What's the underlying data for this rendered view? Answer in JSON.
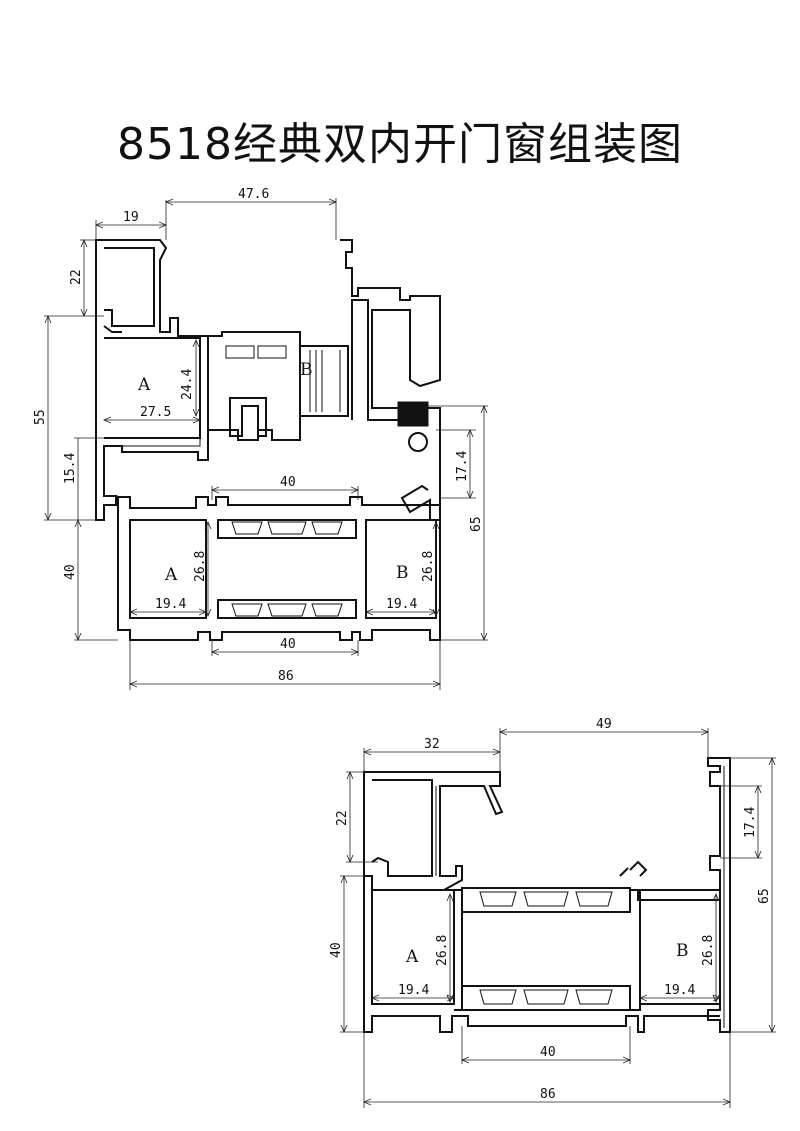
{
  "title": "8518经典双内开门窗组装图",
  "top_diagram": {
    "dims": {
      "d19": "19",
      "d47_6": "47.6",
      "d22": "22",
      "d55": "55",
      "d15_4": "15.4",
      "d24_4": "24.4",
      "d27_5": "27.5",
      "d17_4": "17.4",
      "d65": "65",
      "d40_top": "40",
      "d40_left": "40",
      "d26_8_a": "26.8",
      "d19_4_a": "19.4",
      "d26_8_b": "26.8",
      "d19_4_b": "19.4",
      "d40_bottom": "40",
      "d86": "86"
    },
    "labels": {
      "A1": "A",
      "B1": "B",
      "A2": "A",
      "B2": "B"
    }
  },
  "bottom_diagram": {
    "dims": {
      "d32": "32",
      "d49": "49",
      "d22": "22",
      "d17_4": "17.4",
      "d65": "65",
      "d40_left": "40",
      "d26_8_a": "26.8",
      "d19_4_a": "19.4",
      "d26_8_b": "26.8",
      "d19_4_b": "19.4",
      "d40_bottom": "40",
      "d86": "86"
    },
    "labels": {
      "A": "A",
      "B": "B"
    }
  }
}
